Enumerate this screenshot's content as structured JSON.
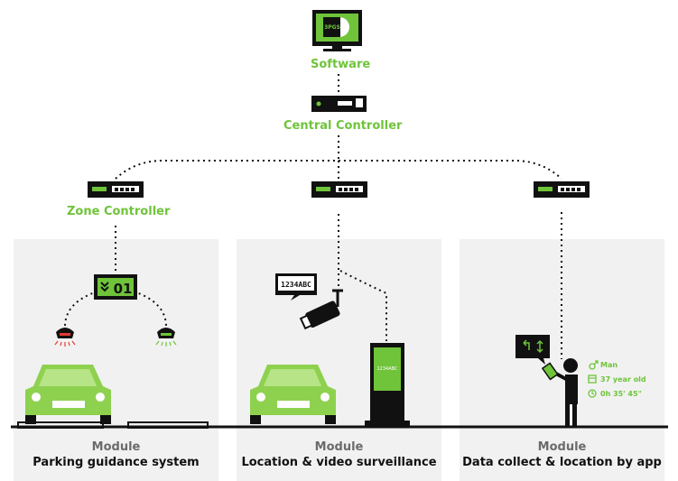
{
  "software": {
    "label": "Software",
    "screen_text": "3PGS"
  },
  "central_controller": {
    "label": "Central Controller"
  },
  "zone_controller": {
    "label": "Zone Controller"
  },
  "display_panel": {
    "text": "01"
  },
  "camera_plate": {
    "text": "1234ABC"
  },
  "kiosk_plate": {
    "text": "1234ABC"
  },
  "person_info": {
    "gender": "Man",
    "age": "37 year old",
    "time": "0h 35' 45\""
  },
  "modules": [
    {
      "title": "Module",
      "subtitle": "Parking guidance system"
    },
    {
      "title": "Module",
      "subtitle": "Location & video surveillance"
    },
    {
      "title": "Module",
      "subtitle": "Data collect & location by app"
    }
  ],
  "colors": {
    "accent": "#6fc43a",
    "car": "#8ed14f",
    "panel": "#f1f1f1",
    "dark": "#111111",
    "red_sensor": "#e53935"
  }
}
